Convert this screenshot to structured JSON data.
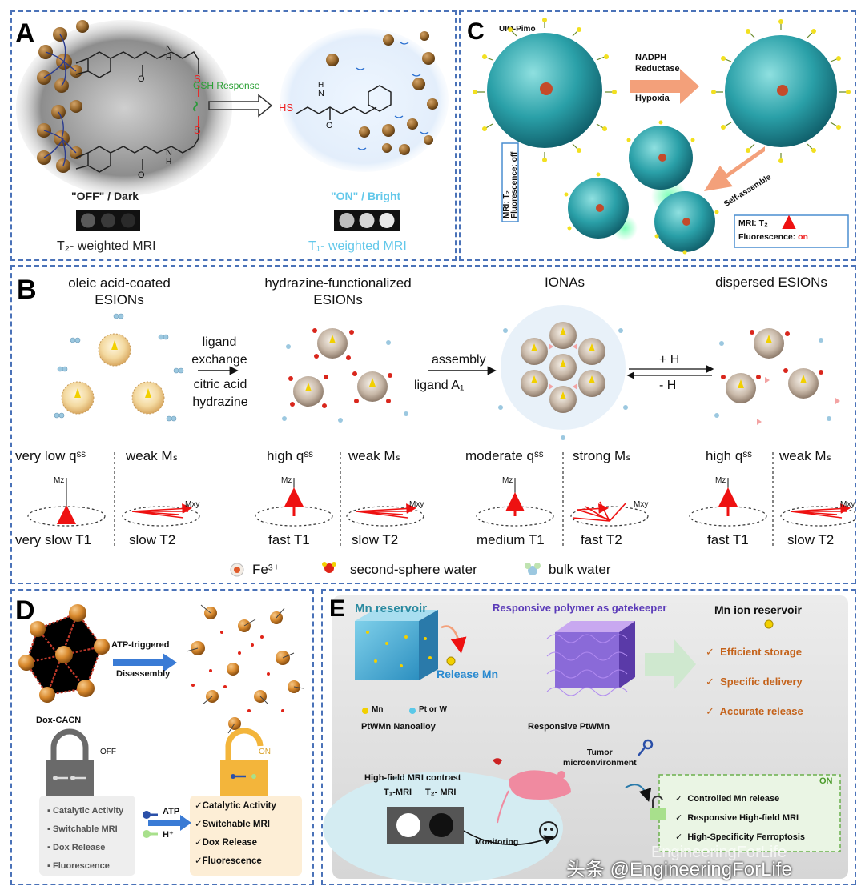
{
  "panel_a": {
    "label": "A",
    "arrow_label": "GSH Response",
    "s_label": "S",
    "hs_label": "HS",
    "o_label": "O",
    "n_label": "N",
    "h_label": "H",
    "off_label": "\"OFF\" / Dark",
    "on_label": "\"ON\" / Bright",
    "t2_mri": "T₂- weighted MRI",
    "t1_mri": "T₁- weighted MRI"
  },
  "panel_b": {
    "label": "B",
    "states": [
      {
        "title": "oleic acid-coated ESIONs",
        "q": "very low qˢˢ",
        "m": "weak Mₛ",
        "t1": "very slow T1",
        "t2": "slow T2"
      },
      {
        "title": "hydrazine-functionalized ESIONs",
        "q": "high qˢˢ",
        "m": "weak Mₛ",
        "t1": "fast T1",
        "t2": "slow T2"
      },
      {
        "title": "IONAs",
        "q": "moderate qˢˢ",
        "m": "strong Mₛ",
        "t1": "medium T1",
        "t2": "fast T2"
      },
      {
        "title": "dispersed ESIONs",
        "q": "high qˢˢ",
        "m": "weak Mₛ",
        "t1": "fast T1",
        "t2": "slow T2"
      }
    ],
    "arrow1": [
      "ligand",
      "exchange",
      "citric acid",
      "hydrazine"
    ],
    "arrow2": [
      "assembly",
      "ligand A₁"
    ],
    "arrow3_top": "+ H",
    "arrow3_bottom": "- H",
    "mz": "Mz",
    "mxy": "Mxy",
    "legend": [
      "Fe³⁺",
      "second-sphere water",
      "bulk water"
    ]
  },
  "panel_c": {
    "label": "C",
    "title": "UIO-Pimo",
    "arrow_top": [
      "NADPH",
      "Reductase"
    ],
    "arrow_bottom": "Hypoxia",
    "box_off": [
      "MRI: T₂",
      "Fluorescence: off"
    ],
    "self_assemble": "Self-assemble",
    "box_on_mri": "MRI: T₂",
    "box_on_fl": "Fluorescence: ",
    "box_on_fl_state": "on"
  },
  "panel_d": {
    "label": "D",
    "arrow_top": "ATP-triggered",
    "arrow_bottom": "Disassembly",
    "name": "Dox-CACN",
    "off": "OFF",
    "on": "ON",
    "list": [
      "Catalytic Activity",
      "Switchable MRI",
      "Dox Release",
      "Fluorescence"
    ],
    "atp": "ATP",
    "hplus": "H⁺"
  },
  "panel_e": {
    "label": "E",
    "mn_reservoir": "Mn reservoir",
    "gatekeeper": "Responsive polymer as gatekeeper",
    "mn_ion_reservoir": "Mn ion reservoir",
    "release_mn": "Release Mn",
    "legend_mn": "Mn",
    "legend_ptw": "Pt or W",
    "nanoalloy": "PtWMn Nanoalloy",
    "responsive": "Responsive PtWMn",
    "features": [
      "Efficient storage",
      "Specific delivery",
      "Accurate release"
    ],
    "tumor": [
      "Tumor",
      "microenvironment"
    ],
    "mri_title": "High-field MRI contrast",
    "t1": "T₁-MRI",
    "t2": "T₂- MRI",
    "monitoring": "Monitoring",
    "on": "ON",
    "on_list": [
      "Controlled Mn release",
      "Responsive High-field MRI",
      "High-Specificity Ferroptosis"
    ]
  },
  "watermark": {
    "faint": "EngineeringForLife",
    "main": "头条 @EngineeringForLife"
  }
}
